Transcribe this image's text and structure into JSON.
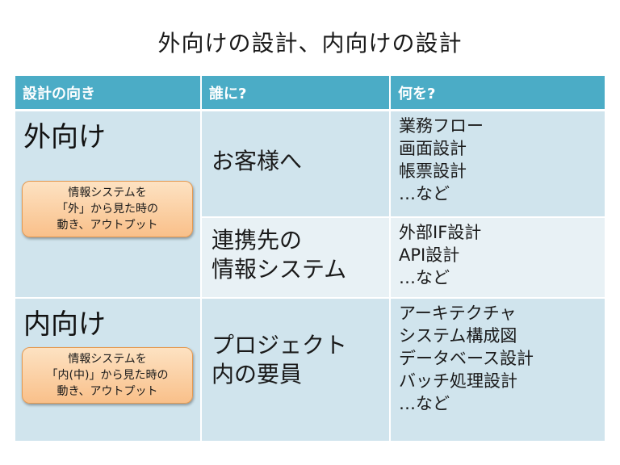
{
  "title": "外向けの設計、内向けの設計",
  "table": {
    "headers": [
      "設計の向き",
      "誰に?",
      "何を?"
    ],
    "outward": {
      "label": "外向け",
      "callout": [
        "情報システムを",
        "「外」から見た時の",
        "動き、アウトプット"
      ],
      "rows": [
        {
          "who": [
            "お客様へ"
          ],
          "what": [
            "業務フロー",
            "画面設計",
            "帳票設計",
            "…など"
          ]
        },
        {
          "who": [
            "連携先の",
            "情報システム"
          ],
          "what": [
            "外部IF設計",
            "API設計",
            "…など"
          ]
        }
      ]
    },
    "inward": {
      "label": "内向け",
      "callout": [
        "情報システムを",
        "「内(中)」から見た時の",
        "動き、アウトプット"
      ],
      "rows": [
        {
          "who": [
            "プロジェクト",
            "内の要員"
          ],
          "what": [
            "アーキテクチャ",
            "システム構成図",
            "データベース設計",
            "バッチ処理設計",
            "…など"
          ]
        }
      ]
    }
  }
}
